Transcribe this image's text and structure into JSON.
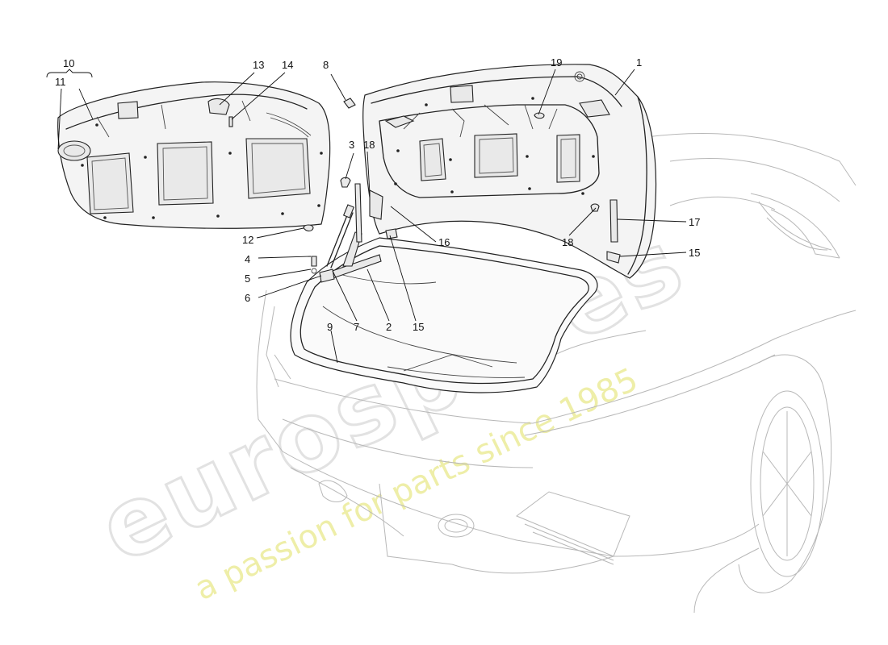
{
  "watermark": {
    "brand": "eurospares",
    "tagline": "a passion for parts since 1985"
  },
  "callouts": [
    {
      "id": "10",
      "label": "10"
    },
    {
      "id": "11",
      "label": "11"
    },
    {
      "id": "13",
      "label": "13"
    },
    {
      "id": "14",
      "label": "14"
    },
    {
      "id": "8",
      "label": "8"
    },
    {
      "id": "19",
      "label": "19"
    },
    {
      "id": "1",
      "label": "1"
    },
    {
      "id": "3",
      "label": "3"
    },
    {
      "id": "18a",
      "label": "18"
    },
    {
      "id": "12",
      "label": "12"
    },
    {
      "id": "16",
      "label": "16"
    },
    {
      "id": "17",
      "label": "17"
    },
    {
      "id": "18b",
      "label": "18"
    },
    {
      "id": "15a",
      "label": "15"
    },
    {
      "id": "4",
      "label": "4"
    },
    {
      "id": "5",
      "label": "5"
    },
    {
      "id": "6",
      "label": "6"
    },
    {
      "id": "7",
      "label": "7"
    },
    {
      "id": "2",
      "label": "2"
    },
    {
      "id": "15b",
      "label": "15"
    },
    {
      "id": "9",
      "label": "9"
    }
  ]
}
